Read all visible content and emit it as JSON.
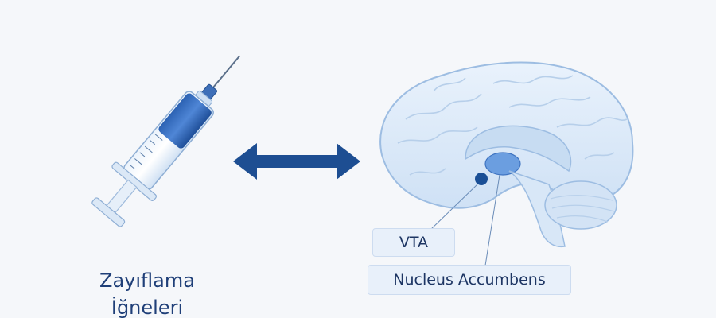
{
  "title": "",
  "left_caption": {
    "line1": "Zayıflama",
    "line2": "İğneleri"
  },
  "labels": {
    "vta": "VTA",
    "nucleus_accumbens": "Nucleus Accumbens"
  },
  "bottom_word": "",
  "colors": {
    "accent": "#1a4f96",
    "arrow": "#1d4e92",
    "brain_light": "#dbe9f8",
    "text_dark": "#1f3f78"
  },
  "icons": [
    "syringe-icon",
    "double-arrow-icon",
    "brain-icon"
  ]
}
